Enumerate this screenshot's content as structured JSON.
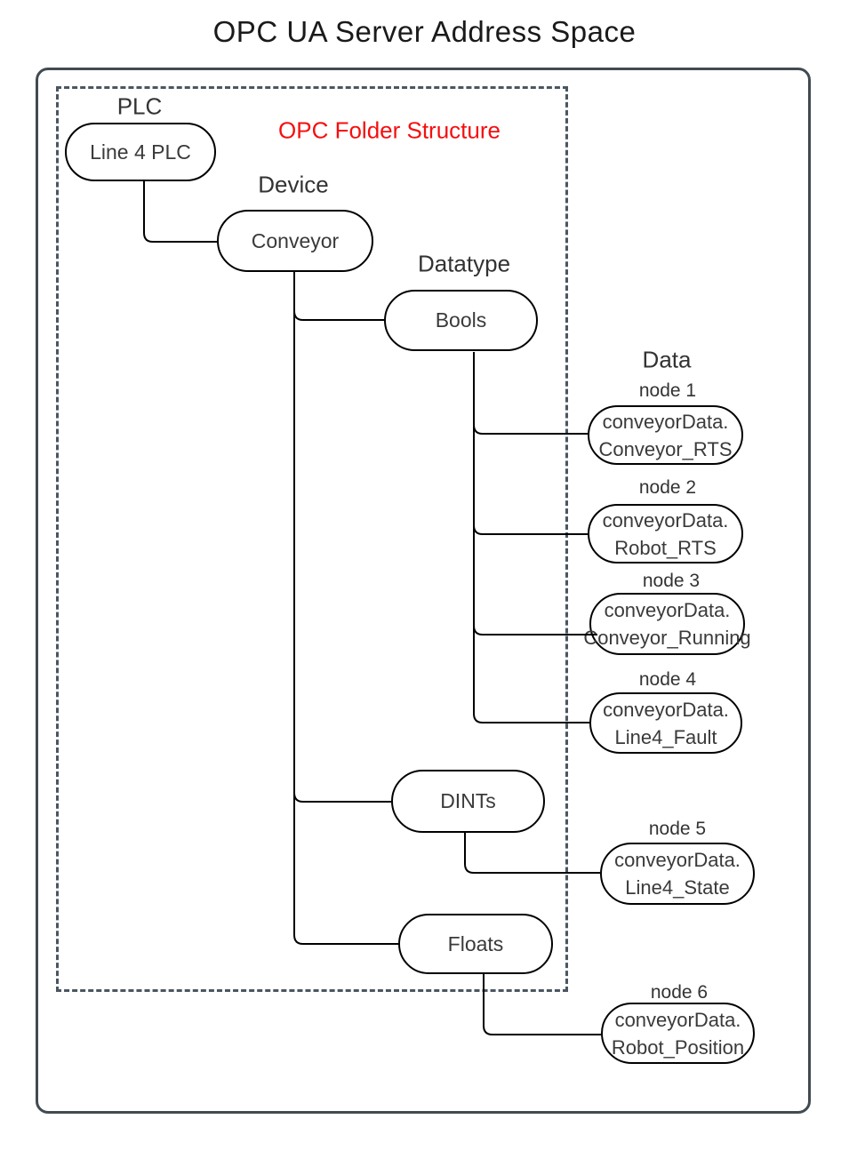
{
  "title": "OPC UA Server Address Space",
  "annotation": {
    "label": "OPC Folder Structure"
  },
  "column_headers": {
    "plc": "PLC",
    "device": "Device",
    "datatype": "Datatype",
    "data": "Data"
  },
  "folders": {
    "plc_node": "Line 4 PLC",
    "device_node": "Conveyor",
    "bools": "Bools",
    "dints": "DINTs",
    "floats": "Floats"
  },
  "data_nodes": [
    {
      "label": "node 1",
      "line1": "conveyorData.",
      "line2": "Conveyor_RTS"
    },
    {
      "label": "node 2",
      "line1": "conveyorData.",
      "line2": "Robot_RTS"
    },
    {
      "label": "node 3",
      "line1": "conveyorData.",
      "line2": "Conveyor_Running"
    },
    {
      "label": "node 4",
      "line1": "conveyorData.",
      "line2": "Line4_Fault"
    },
    {
      "label": "node 5",
      "line1": "conveyorData.",
      "line2": "Line4_State"
    },
    {
      "label": "node 6",
      "line1": "conveyorData.",
      "line2": "Robot_Position"
    }
  ],
  "colors": {
    "accent_red": "#f50f0f",
    "outer_frame": "#424a52",
    "dashed_frame": "#4b5661",
    "node_border": "#000000",
    "text": "#333333"
  }
}
